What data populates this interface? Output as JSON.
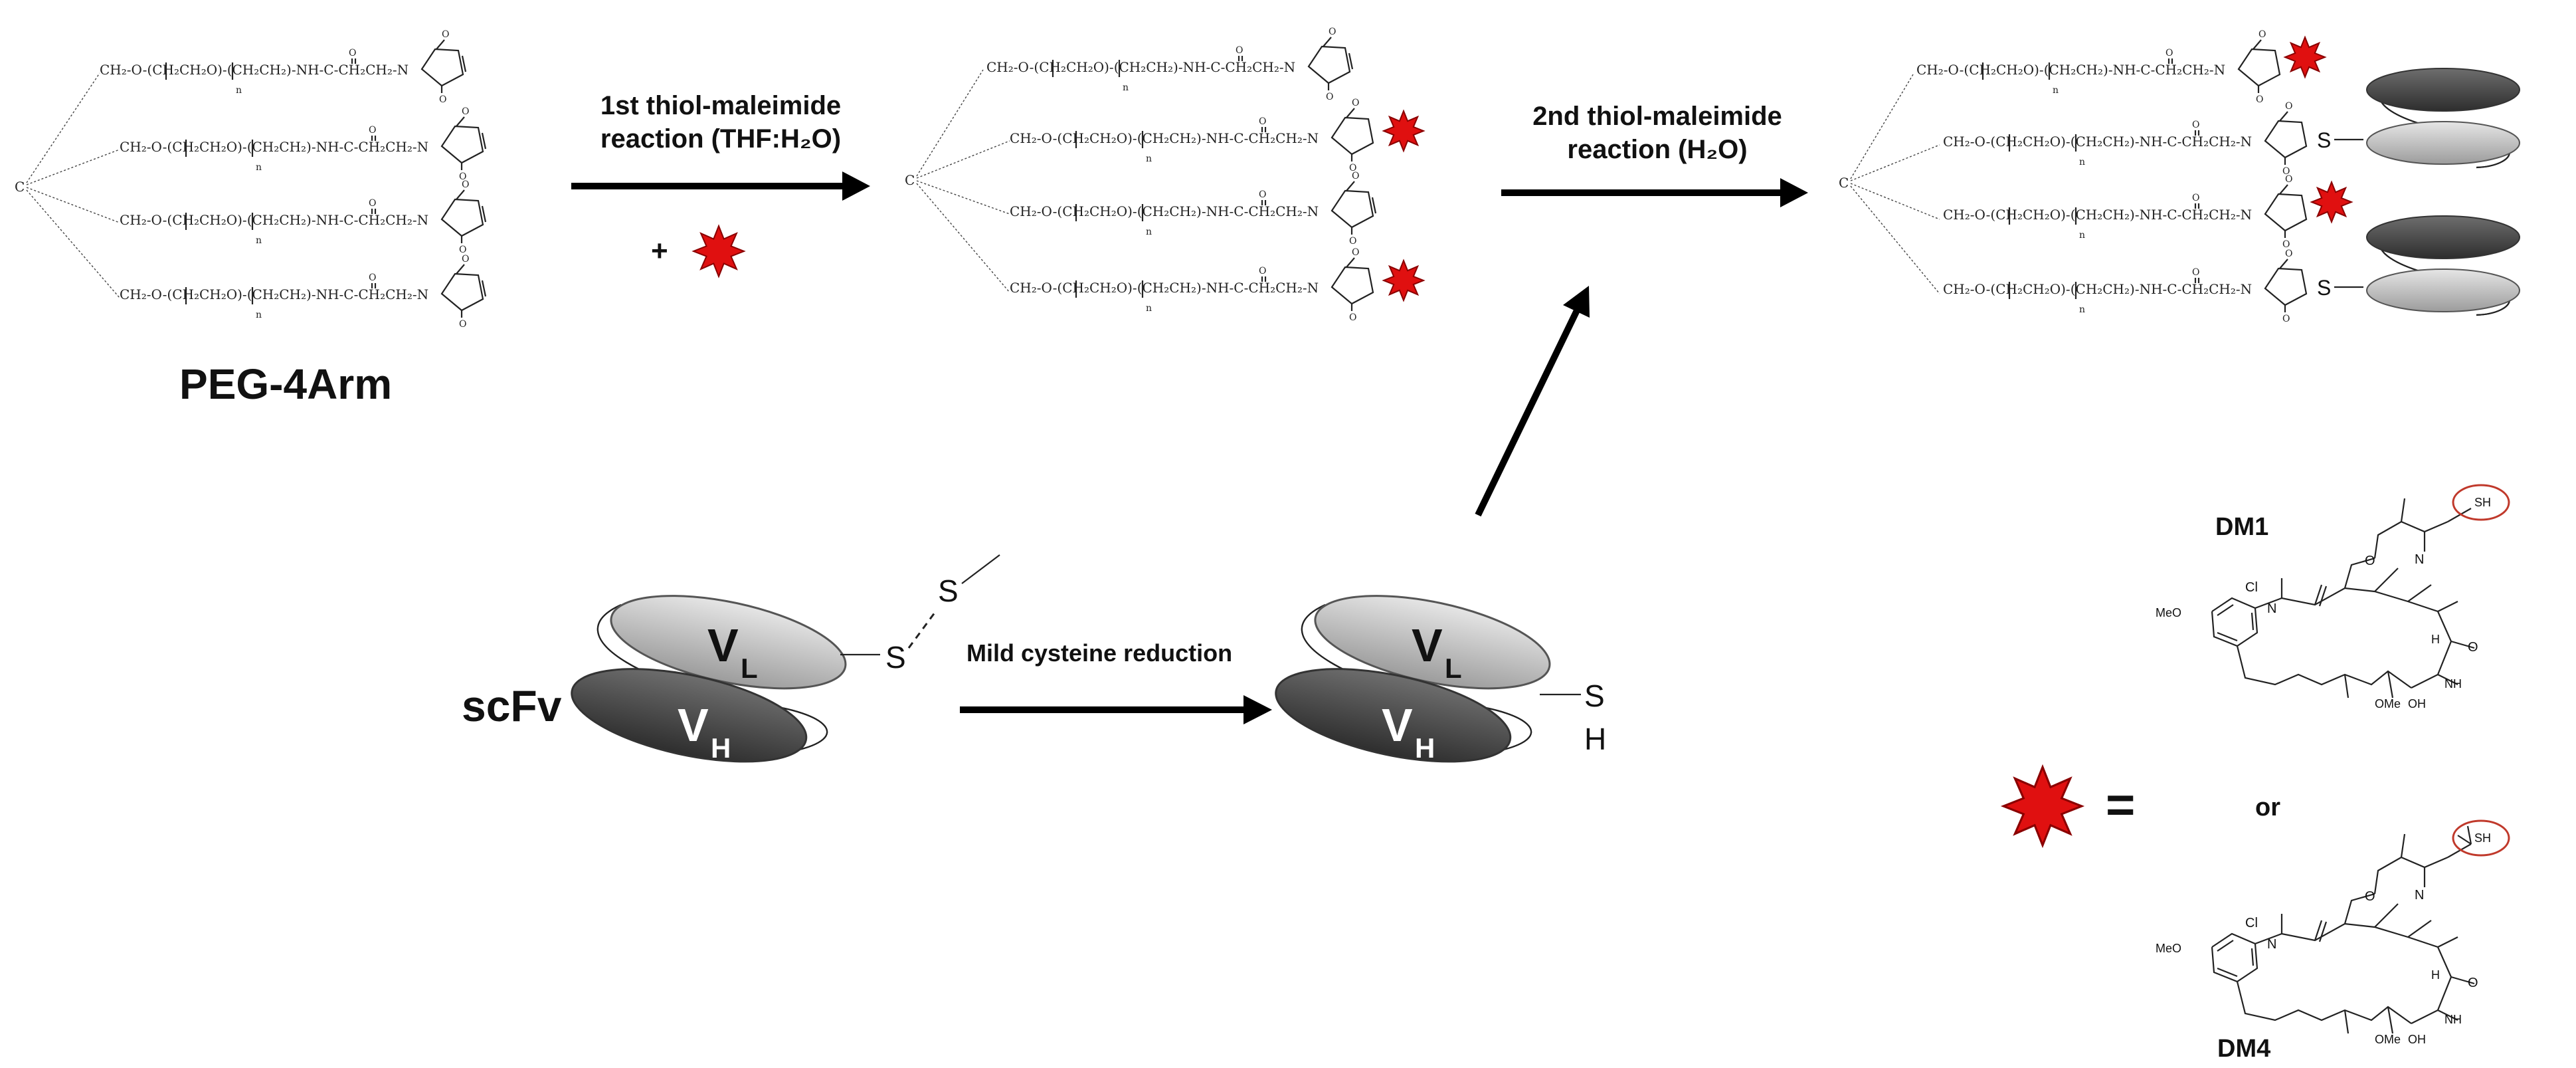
{
  "labels": {
    "peg_title": "PEG-4Arm",
    "step1_line1": "1st thiol-maleimide",
    "step1_line2": "reaction (THF:H₂O)",
    "plus": "+",
    "step2_line1": "2nd thiol-maleimide",
    "step2_line2": "reaction (H₂O)",
    "reduction": "Mild cysteine reduction",
    "scfv": "scFv",
    "equals": "=",
    "or": "or",
    "dm1": "DM1",
    "dm4": "DM4"
  },
  "chem": {
    "carbon": "C",
    "arm_chain": "CH₂-O-(CH₂CH₂O)-(CH₂CH₂)-NH-C-CH₂CH₂-N",
    "n": "n",
    "carbonyl_o": "O",
    "sulfur": "S",
    "sh_s": "S",
    "sh_h": "H",
    "vl": "V",
    "vl_sub": "L",
    "vh": "V",
    "vh_sub": "H",
    "meo": "MeO",
    "cl": "Cl",
    "ome": "OMe",
    "oh": "OH",
    "sh": "SH",
    "nh": "NH",
    "h": "H",
    "n_atom": "N"
  },
  "colors": {
    "star": "#e01010",
    "star_stroke": "#8a0000",
    "vl_fill": "#c9c9c9",
    "vh_fill": "#4b4b4b",
    "circle": "#c0392b",
    "arrow": "#000000"
  }
}
